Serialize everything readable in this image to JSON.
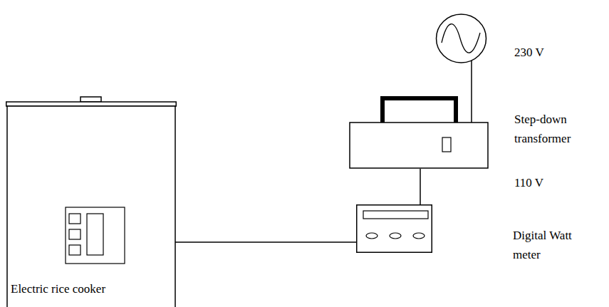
{
  "diagram": {
    "nodes": [
      {
        "text": [
          "230 V"
        ]
      },
      {
        "text": [
          "Step-down transformer"
        ]
      },
      {
        "text": [
          "Digital Watt meter"
        ]
      },
      {
        "text": [
          "Electric rice cooker"
        ]
      }
    ],
    "edges": [
      {
        "from": 0,
        "to": 1,
        "arrow": "none"
      },
      {
        "from": 1,
        "to": 2,
        "arrow": "none"
      },
      {
        "from": 2,
        "to": 3,
        "arrow": "none"
      }
    ],
    "labels": [
      "110 V"
    ]
  }
}
